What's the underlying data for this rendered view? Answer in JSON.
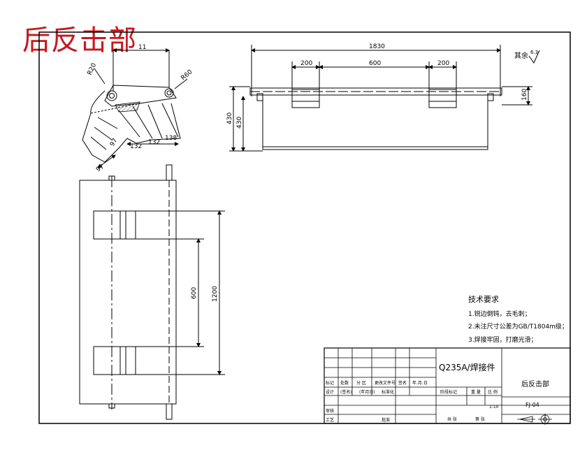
{
  "watermark_title": "后反击部",
  "roughness": {
    "label": "其余",
    "value": "6.3"
  },
  "dimensions": {
    "side": {
      "r1": "R20",
      "r2": "R60",
      "top": "11",
      "d1": "97",
      "d2": "97",
      "d3": "132",
      "d4": "132",
      "d5": "138"
    },
    "front": {
      "total": "1830",
      "left": "200",
      "mid": "600",
      "right": "200",
      "h1": "430",
      "h2": "430",
      "h3": "160"
    },
    "plan": {
      "inner": "600",
      "outer": "1200"
    }
  },
  "tech_req": {
    "heading": "技术要求",
    "items": [
      "1.锐边倒钝，去毛刺；",
      "2.未注尺寸公差为GB/T1804m级；",
      "3.焊接牢固，打磨光滑；"
    ]
  },
  "title_block": {
    "material": "Q235A/焊接件",
    "part_name": "后反击部",
    "drawing_no": "FJ-04",
    "scale": "1:10",
    "headers": [
      "标记",
      "处数",
      "分 区",
      "更改文件号",
      "签名",
      "年.月.日"
    ],
    "row2": [
      "设计",
      "(签名)",
      "(年月日)",
      "标准化"
    ],
    "stage_header": [
      "阶段标记",
      "重 量",
      "比 例"
    ],
    "review": "审核",
    "process": "工艺",
    "approve": "批准",
    "sheets": [
      "共 张",
      "第 张"
    ]
  }
}
